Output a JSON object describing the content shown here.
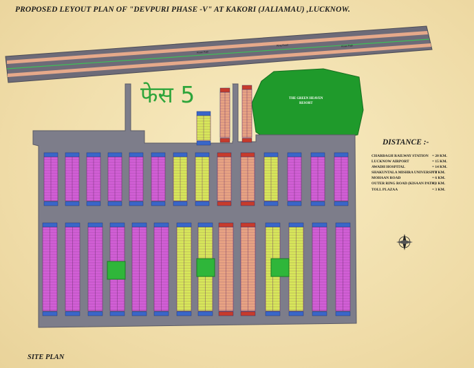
{
  "header": {
    "title": "PROPOSED LEYOUT PLAN OF  \"DEVPURI PHASE -V\" AT KAKORI (JALIAMAU) ,LUCKNOW."
  },
  "phase_label": "फेस 5",
  "highway_labels": [
    "Kisan Path",
    "Ring Road",
    "Kisan Path"
  ],
  "resort": {
    "name_line1": "THE GREEN HEAVEN",
    "name_line2": "RESORT"
  },
  "distance": {
    "heading": "DISTANCE :-",
    "rows": [
      {
        "place": "CHARBAGH RAILWAY STATION",
        "value": "= 20 KM."
      },
      {
        "place": "LUCKNOW AIRPORT",
        "value": "= 15 KM."
      },
      {
        "place": "AWADH HOSPITAL",
        "value": "= 14 KM."
      },
      {
        "place": "SHAKUNTALA MISHRA UNIVERSITY",
        "value": "= 8 KM."
      },
      {
        "place": "MOHAAN ROAD",
        "value": "= 6 KM."
      },
      {
        "place": "OUTER RING ROAD (KISAAN PATH)",
        "value": "= 3 KM."
      },
      {
        "place": "TOLL PLAZAA",
        "value": "= 3 KM."
      }
    ]
  },
  "footer": {
    "site_plan": "SITE PLAN"
  },
  "colors": {
    "background": "#f2e3b0",
    "road": "#7d7d8a",
    "plot_magenta": "#d25fd6",
    "plot_yellow": "#d8e85a",
    "plot_orange": "#e9a483",
    "park_green": "#2fb63a",
    "resort_green": "#1f9a2b",
    "corner_blue": "#3a66c8",
    "corner_red": "#c73b2c",
    "phase_label": "#2ea53b"
  },
  "icons": [
    "north-arrow-icon"
  ]
}
